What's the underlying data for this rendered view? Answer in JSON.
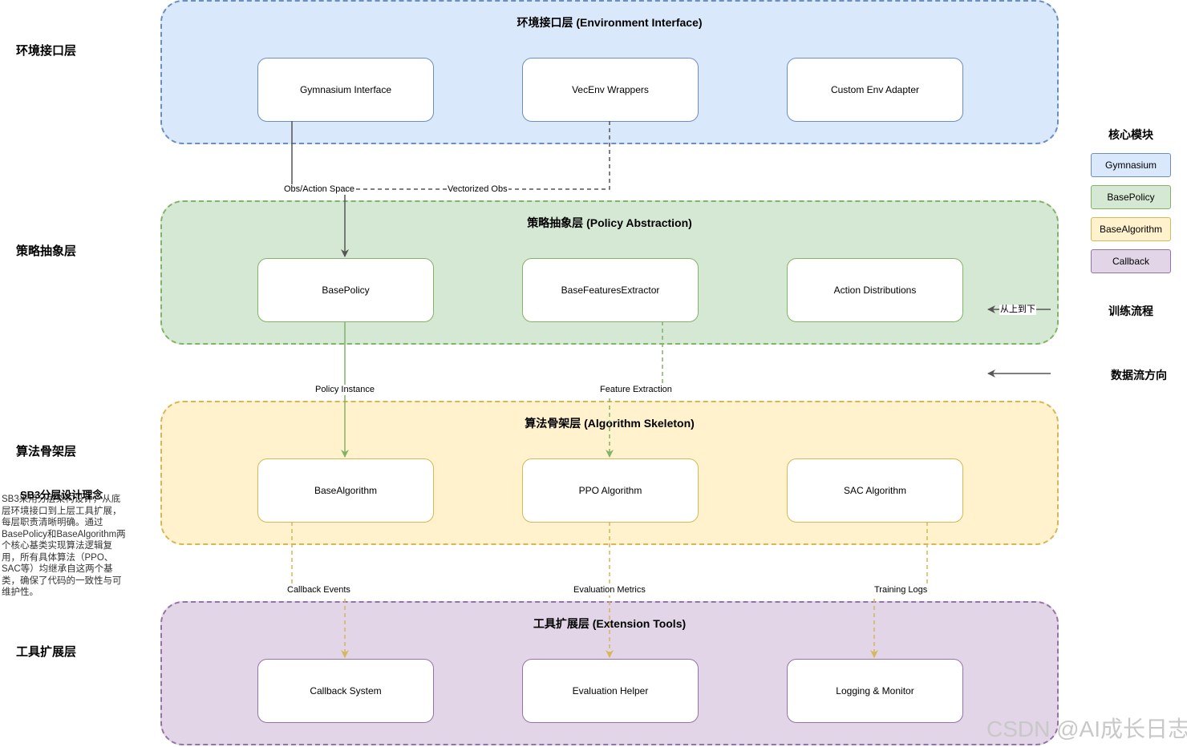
{
  "side_labels": [
    "环境接口层",
    "策略抽象层",
    "算法骨架层",
    "工具扩展层"
  ],
  "layers": [
    {
      "title": "环境接口层 (Environment Interface)",
      "fill": "#dae8fc",
      "stroke": "#6c8ebf",
      "boxes": [
        "Gymnasium Interface",
        "VecEnv Wrappers",
        "Custom Env Adapter"
      ]
    },
    {
      "title": "策略抽象层 (Policy Abstraction)",
      "fill": "#d5e8d4",
      "stroke": "#82b366",
      "boxes": [
        "BasePolicy",
        "BaseFeaturesExtractor",
        "Action Distributions"
      ]
    },
    {
      "title": "算法骨架层 (Algorithm Skeleton)",
      "fill": "#fff2cc",
      "stroke": "#d6b656",
      "boxes": [
        "BaseAlgorithm",
        "PPO Algorithm",
        "SAC Algorithm"
      ]
    },
    {
      "title": "工具扩展层 (Extension Tools)",
      "fill": "#e1d5e7",
      "stroke": "#9673a6",
      "boxes": [
        "Callback System",
        "Evaluation Helper",
        "Logging & Monitor"
      ]
    }
  ],
  "edge_labels": {
    "obs_action": "Obs/Action Space",
    "vectorized": "Vectorized Obs",
    "policy_instance": "Policy Instance",
    "feature_extraction": "Feature Extraction",
    "callback_events": "Callback Events",
    "evaluation_metrics": "Evaluation Metrics",
    "training_logs": "Training Logs"
  },
  "legend": {
    "title": "核心模块",
    "items": [
      {
        "label": "Gymnasium",
        "fill": "#dae8fc",
        "stroke": "#6c8ebf"
      },
      {
        "label": "BasePolicy",
        "fill": "#d5e8d4",
        "stroke": "#82b366"
      },
      {
        "label": "BaseAlgorithm",
        "fill": "#fff2cc",
        "stroke": "#d6b656"
      },
      {
        "label": "Callback",
        "fill": "#e1d5e7",
        "stroke": "#9673a6"
      }
    ],
    "flow_label": "从上到下",
    "flow_title": "训练流程",
    "direction_title": "数据流方向"
  },
  "note": {
    "title": "SB3分层设计理念",
    "body": "SB3采用分层架构设计，从底层环境接口到上层工具扩展，每层职责清晰明确。通过BasePolicy和BaseAlgorithm两个核心基类实现算法逻辑复用，所有具体算法（PPO、SAC等）均继承自这两个基类，确保了代码的一致性与可维护性。"
  },
  "watermark": "CSDN @AI成长日志",
  "colors": {
    "arrow_dark": "#555555",
    "arrow_green": "#82b366",
    "arrow_yellow": "#d6b656"
  }
}
